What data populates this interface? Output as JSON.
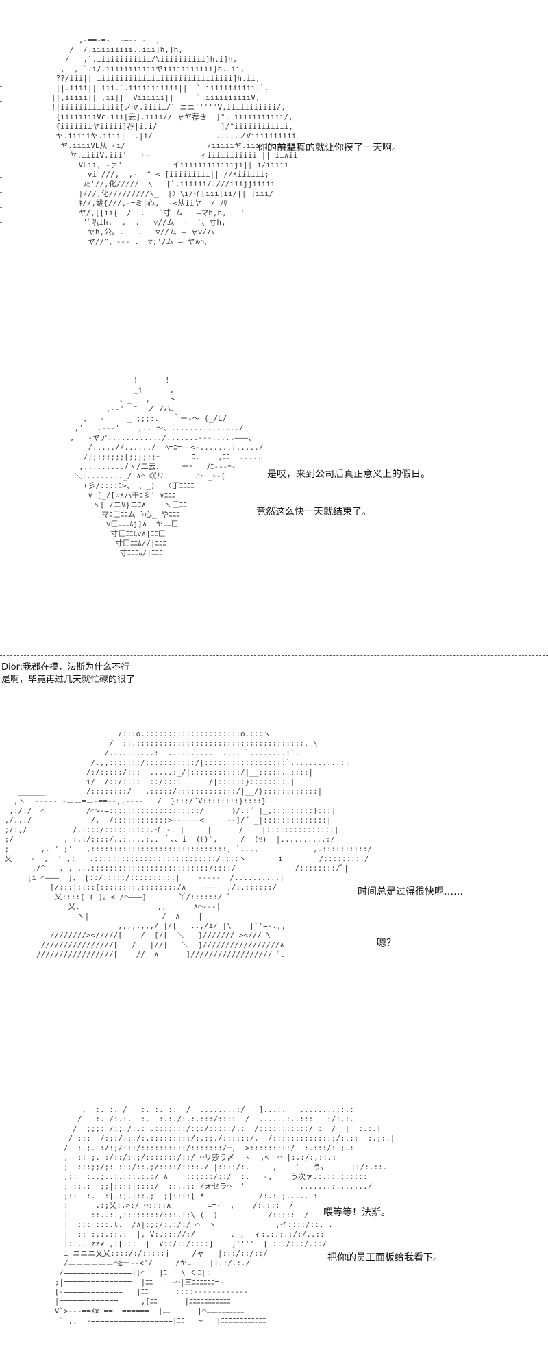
{
  "panels": [
    {
      "art": "         ,-==-=-  -―-- -  ,\n       /  /.iiiiiiiii..iii]h,]h,\n      /   ,`.iiiiiiiiiiii/\\iiiiiiiiii]h.i]h,\n     ,  , `.i/.iiiiiiiiiiiヤiiiiiiiiiii]h..ii,\n    ??/iii|| iiiiiiiiiiiiiiiiiiiiiiiiiiiiii]h.ii,\n    ||.iiii|| iii.`.iiiiiiiiiii||  `.iiiiiiiiiii.`.\n   ||,iiiii|| ,ii||  Viiiiii||     `.iiiiiiiiiiV,\n   !|iiiiiiiiiiiii[ノヤ.iiiii/` ニニ'''''V,iiiiiiiiiii/,\n    {iiiiiiiiVc.iii[云].iiii// ャヤ荐き  ]\". iiiiiiiiiii/,\n    {iiiiiiiヤiiiii]荐|i.i/              ]/^iiiiiiiiiiii,\n    ヤ.iiiiiヤ.iiii|  .|i/              .....ノViiiiiiiiii\n     ヤ.iiiiVL从 {i/                  /iiiiiヤ.iii || ii|ii\n       ヤ.iiiiV.iii'   r-           ィiiiiiiiiiii || ii∧ii\n         VLii, -ァ'           イiiiiiiiiiiiiji|| i/iiiii\n           vi'///,  ,-  ^ < [iiiiiiiii|| //∧iiiiii;\n          た'//,化/////  \\   [`,iiiiii/.///iiijjiiiii\n         |///,化/////////\\_  |〉\\i/イ[iii[ii/|| ]iii/\n         ｷ//,姚{///,-=ミ|心,  -<从iiヤ  / ﾉﾘ\n         ヤ/,[[ii{  /  .   `寸 ム   ―マh,h,   '\n          'ﾟ叭ih.  .  .   ▽//ム  ―  `、寸h,\n           ヤh,公。.   .   ▽//ム ― ャv/ハ\n           ヤ//^、--- .  ▽;'/ム ― ヤ∧⌒、",
      "lines": [
        "你的前辈真的就让你摸了一天啊。"
      ]
    },
    {
      "art": "                 !      !\n                 _j      ,\n              、_   ,    ト\n           ,-‐'  ̄  _ノ /ハ、\n      、  ‐     _ ;;;:.   ｀ー‐〜 (_/L/\n    ,'   ,‐-‐'    ,.. 〜、.............../\n   ,   -ヤア............/.......‐‐‐.....―――、\n       /.....//....../  ﾍ=ﾆ=――<-.......:...../\n      /;;;;;;;;[;;;;;;ｰ       ﾆ.    ,ﾆﾆ  .....\n     ,........./ヽ/二云、    ーｰ   ﾉﾆ--‐ｰ-\n    ＼........._/ ∧⌒《《リ       ﾊﾄ _ﾄ-[\n      (彡/::::ﾆ>、 、_)  〈丁ﾆﾆﾆﾆ\n       ∨ [_/[∴∧ハ干ﾆ彡' ∨ﾆﾆﾆ\n        ヽ[_/ニV}ニﾆ∧    ヽ匚ﾆﾆ\n          マﾆ匚ﾆﾆム }心_ やﾆﾆﾆ\n           v匚ﾆﾆﾆﾑj]∧  ヤﾆﾆ匚\n            寸匚ﾆﾆﾑv∧|ﾆﾆ匚\n             寸匚ﾆﾆﾑ//|ﾆﾆﾆ\n              寸ﾆﾆﾆﾑ/|ﾆﾆﾆ",
      "lines": [
        "是哎，来到公司后真正意义上的假日。",
        "竟然这么快一天就结束了。"
      ]
    },
    {
      "art": "                          /:::o.:::::::::::::::::::::o.:::ヽ\n                        /  ::.:::::::::::::::::::::::::::::::::::::. \\\n                      _/..........:  ..........  .... `........:`.\n                    /.,,:::::::/:::::::::::/|::::::::::::::::|:`...........:.\n                   /:/:::::/:::  .....:_/|:::::::::::/|__:::::.|::::|\n                   i/__/::/:.::  ::/::::______/|::::::}::::::::.|\n    ______         /::::::::/   .:::::/:::::::::::::/|__/}::::::::::::|\n   ,ヽ  ‐‐‐‐‐ -ニニ=ニ-==‐‐,,‐‐‐‐___/  }:::/´V::::::::}::::}\n  ,:/:/  ⌒         /⌒>-=::::::::::::::::::::/      }/.:´ |_,:::::::::}:::]\n ,/.../             /.  /::::::::::::>-‐――――<     ‐‐]/´ _|::::::::::::::|\n ;/:,/          /.::::/::::::::::.イ:‐._|_____|      /____|:::::::::::::::|\n ;/           , :.:/::::/..:....:.. ｀、、i  (ｾ)`,     /  (ｾ)  |..........:/\n ;       ,. ' ;'   ,::::::::::::::::::::::::::::::, `...,            ,.::::::::::/\n 乂    -  ,  ' ,:   .:::::::::::::::::::::::::::/::::ヽ       i        /:::::::::/\n       ,/^   . , ...::::::::::::::::::::::::::/::::/             /::::::::/ﾟ|\n      [i ⌒―――  ]、_[::/:::::/::::::::::|    ‐‐‐‐‐  /..........|\n           [/:::|::::[::::::::,::::::::/∧    ―――  ,/:.::::::/\n            乂::::[ ( )。<_/⌒―――]       丫/::::::/ ゛\n               乂.                 ,,      ∧⌒‐‐‐|\n                 ヽ|                /  ∧    |\n                          ,,,,,,,,/ |/[   ..,/i/ |\\    |`'=-.,,_\n           ////////></////[    /  [/[  ＼   ]/////// ></// \\\n         ////////////////[   /   |//|   ＼  ]/////////////////∧\n        /////////////////[    //  ∧      ]////////////////// ﾟ.",
      "lines": [
        "时间总是过得很快呢……",
        "嗯？"
      ]
    },
    {
      "art": "            ,  :. :. /   :. :. :.  /  ........:/   ]...:.   ........;:.:\n           /   :. /:.:.  :.  :.:./:.:.:::/::::  /  ......:..:::   :/:.:.\n          /  ;;;: /:;./:.: .:::::::/:;:/:::::/.:  /:::::::::::/ :  /  |  :.:.|\n         / :;:  /:;:/:::/:.::::::::;/:.:;./::::;:/.  /:::::::::::::;/:.:;  :.;:.|\n        /  :.;. :/:;/:::/::::::::::/:::::::/─,  >:::::::::/  :.:::/:.;.:\n        ,  :: ;. :/::/:.;/:::::::/::/ ⌒リ莎う〆  ヽ  ,ﾍ  ⌒―|:.:/:,::.:\n        ;  :::;;/;: ::;/::.;/::::/::::./ |::::/:.     ,    '   う〟     |:/:.::.\n        ,::  :..;..:.:::.:.:/ ∧   |::;:::/::/  :.   -,    う次ァ.:.:::::::::\n        ; ::.:  ;;|::::|::::/  ::..:: /ォセラ⌒  '            .......:......./\n        ;::  :.  :|.:;.|::.;  ;|::::[ ∧            /:.:.;..... :\n        :      .:;乂:.>:/ ⌒::::∧        ⊂=-  ,    /:.:::  /\n        |     ::..:.,::::::::/:::.::\\ (  )           /:::::  /\n        |  ::: :::.l.  /∧|:;:/:.:/:/ ⌒  ヽ             ,イ::::/::. .\n        |  :: :.:.::.:  |, V:.::://:/        ､ ,  ィ:.:.:.:/:/..::\n        |::.. zzx ,:[:::  |  ∨::/::/::::]    ]''''  [ :::/:.:/.::/\n        i ニニニ乂乂::::/:/:::::j     /ャ   |:::/::/::/\n        /ニニニニニニ⌒≧ー-‐<'/     /ヤﾆ    |:.:/.:./\n       /===============|[⌒   |ﾆ   \\ くﾆ|:\n      ;|===============  |ﾆﾆ  ' ‐⌒|三ﾆﾆﾆﾆﾆﾆ=‐\n      [-=============   |ﾆﾆ      ::::‐-----------\n      |=============     ,[ﾆﾆ      |ﾆﾆﾆﾆﾆﾆﾆﾆﾆﾆﾆ\n      V`>---==ﾒx ==  ======  |ﾆﾆ      |⌒ﾆﾆﾆﾆﾆﾆﾆﾆﾆﾆ\n       ` ,,  -==================|ﾆﾆ   ~   |ﾆﾆﾆﾆﾆﾆﾆﾆﾆﾆﾆﾆ",
      "lines": [
        "喂等等！法斯。",
        "把你的员工面板给我看下。"
      ]
    }
  ],
  "chat": {
    "line1": "Dior:我都在摸，法斯为什么不行",
    "line2": "是啊，毕竟再过几天就忙碌的很了"
  }
}
